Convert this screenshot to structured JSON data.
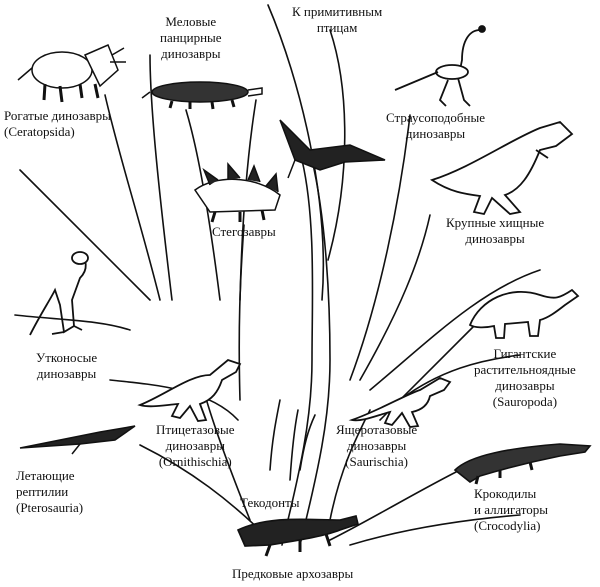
{
  "colors": {
    "ink": "#111111",
    "background": "#ffffff"
  },
  "labels": {
    "ceratopsida": [
      "Рогатые динозавры",
      "(Ceratopsida)"
    ],
    "ankylosaurs": [
      "Меловые",
      "панцирные",
      "динозавры"
    ],
    "to_birds": [
      "К примитивным",
      "птицам"
    ],
    "ornithomimids": [
      "Страусоподобные",
      "динозавры"
    ],
    "stegosaurs": [
      "Стегозавры"
    ],
    "carnosaurs": [
      "Крупные хищные",
      "динозавры"
    ],
    "hadrosaurs": [
      "Утконосые",
      "динозавры"
    ],
    "sauropoda": [
      "Гигантские",
      "растительноядные",
      "динозавры",
      "(Sauropoda)"
    ],
    "ornithischia": [
      "Птицетазовые",
      "динозавры",
      "(Ornithischia)"
    ],
    "saurischia": [
      "Ящеротазовые",
      "динозавры",
      "(Saurischia)"
    ],
    "pterosauria": [
      "Летающие",
      "рептилии",
      "(Pterosauria)"
    ],
    "thecodonts": [
      "Текодонты"
    ],
    "crocodylia": [
      "Крокодилы",
      "и аллигаторы",
      "(Crocodylia)"
    ],
    "archosaurs": [
      "Предковые архозавры"
    ]
  },
  "icons": [
    "triceratops-icon",
    "ankylosaur-icon",
    "pterosaur-flying-icon",
    "ornithomimid-icon",
    "tyrannosaur-icon",
    "stegosaur-icon",
    "hadrosaur-icon",
    "sauropod-icon",
    "ornithischian-icon",
    "saurischian-icon",
    "pterosaur-icon",
    "crocodile-icon",
    "archosaur-icon"
  ]
}
